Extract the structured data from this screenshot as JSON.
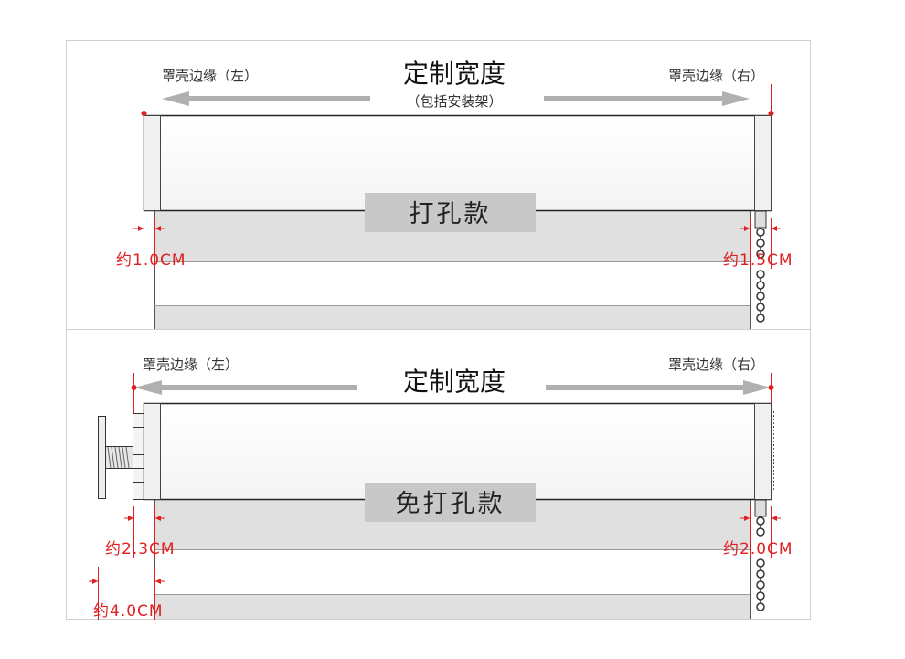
{
  "top_panel": {
    "title": "定制宽度",
    "subtitle": "（包括安装架）",
    "left_edge_label": "罩壳边缘（左）",
    "right_edge_label": "罩壳边缘（右）",
    "badge": "打孔款",
    "dims": {
      "left": "约1.0CM",
      "right": "约1.5CM"
    }
  },
  "bottom_panel": {
    "title": "定制宽度",
    "left_edge_label": "罩壳边缘（左）",
    "right_edge_label": "罩壳边缘（右）",
    "badge": "免打孔款",
    "dims": {
      "left": "约2.3CM",
      "right": "约2.0CM",
      "bracket": "约4.0CM"
    }
  },
  "colors": {
    "dimension": "#e02020",
    "arrow": "#b0b0b0",
    "badge_bg": "#c8c8c8",
    "fabric": "#e0e0e0"
  }
}
